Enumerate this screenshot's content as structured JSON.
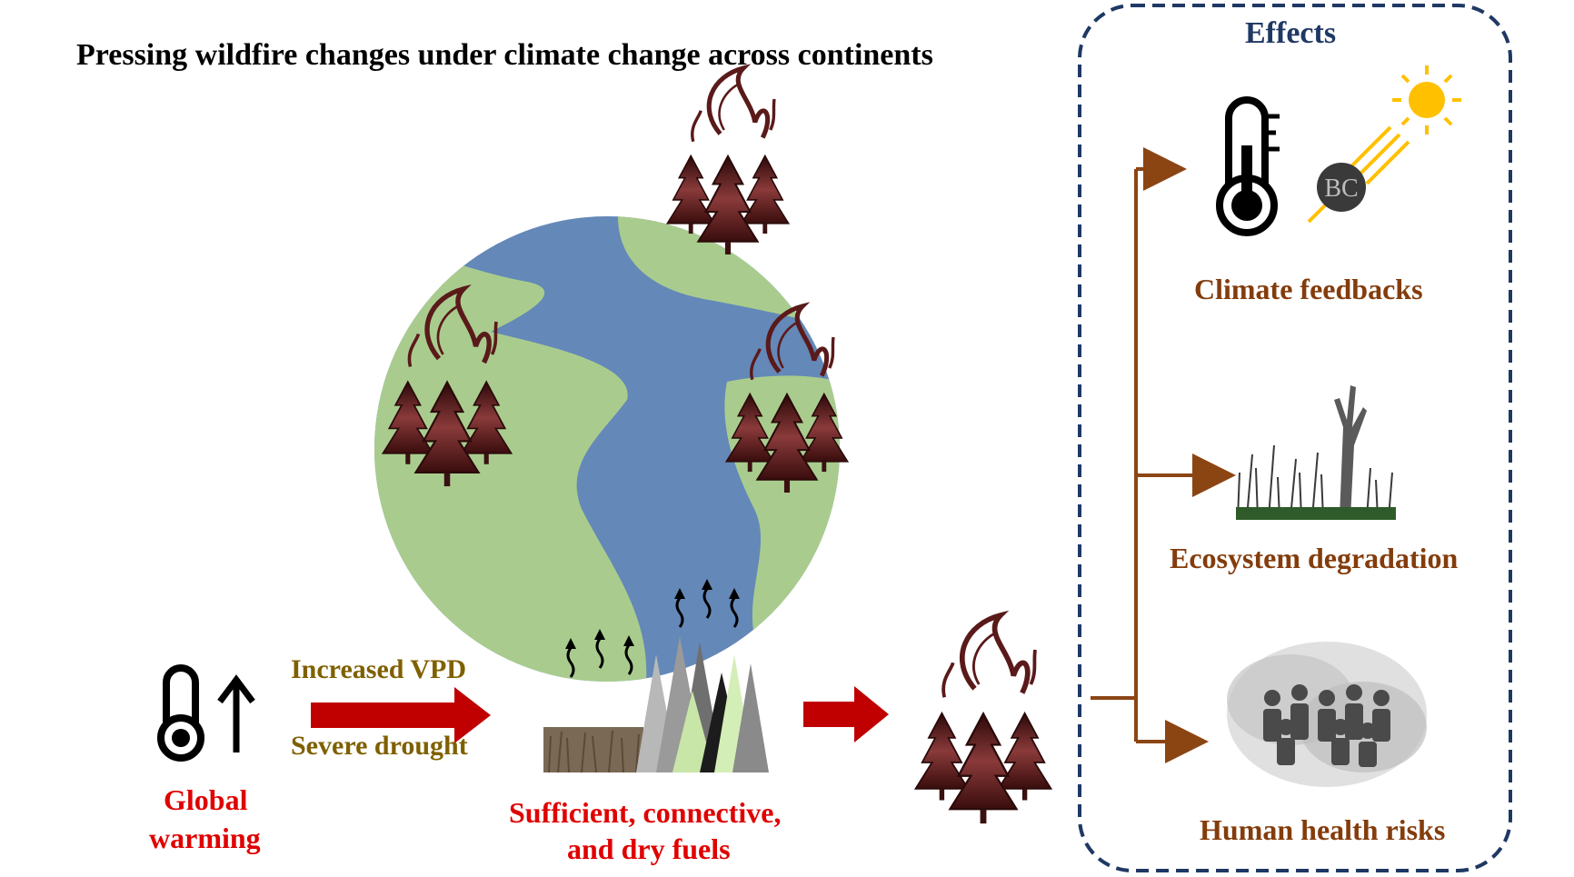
{
  "title": "Pressing wildfire changes under climate change across continents",
  "effects": {
    "heading": "Effects",
    "items": [
      {
        "label": "Climate feedbacks"
      },
      {
        "label": "Ecosystem degradation"
      },
      {
        "label": "Human health risks"
      }
    ],
    "bc_label": "BC"
  },
  "drivers": {
    "arrow_top_label": "Increased VPD",
    "arrow_bottom_label": "Severe drought",
    "warming_line1": "Global",
    "warming_line2": "warming",
    "fuels_line1": "Sufficient, connective,",
    "fuels_line2": "and dry fuels"
  },
  "colors": {
    "ocean": "#6488b8",
    "land": "#a9cc8e",
    "fire": "#5a1a1a",
    "red_arrow": "#c00000",
    "branch_arrow": "#8b4513",
    "dashed_box": "#1f3864",
    "sun": "#ffc000"
  }
}
